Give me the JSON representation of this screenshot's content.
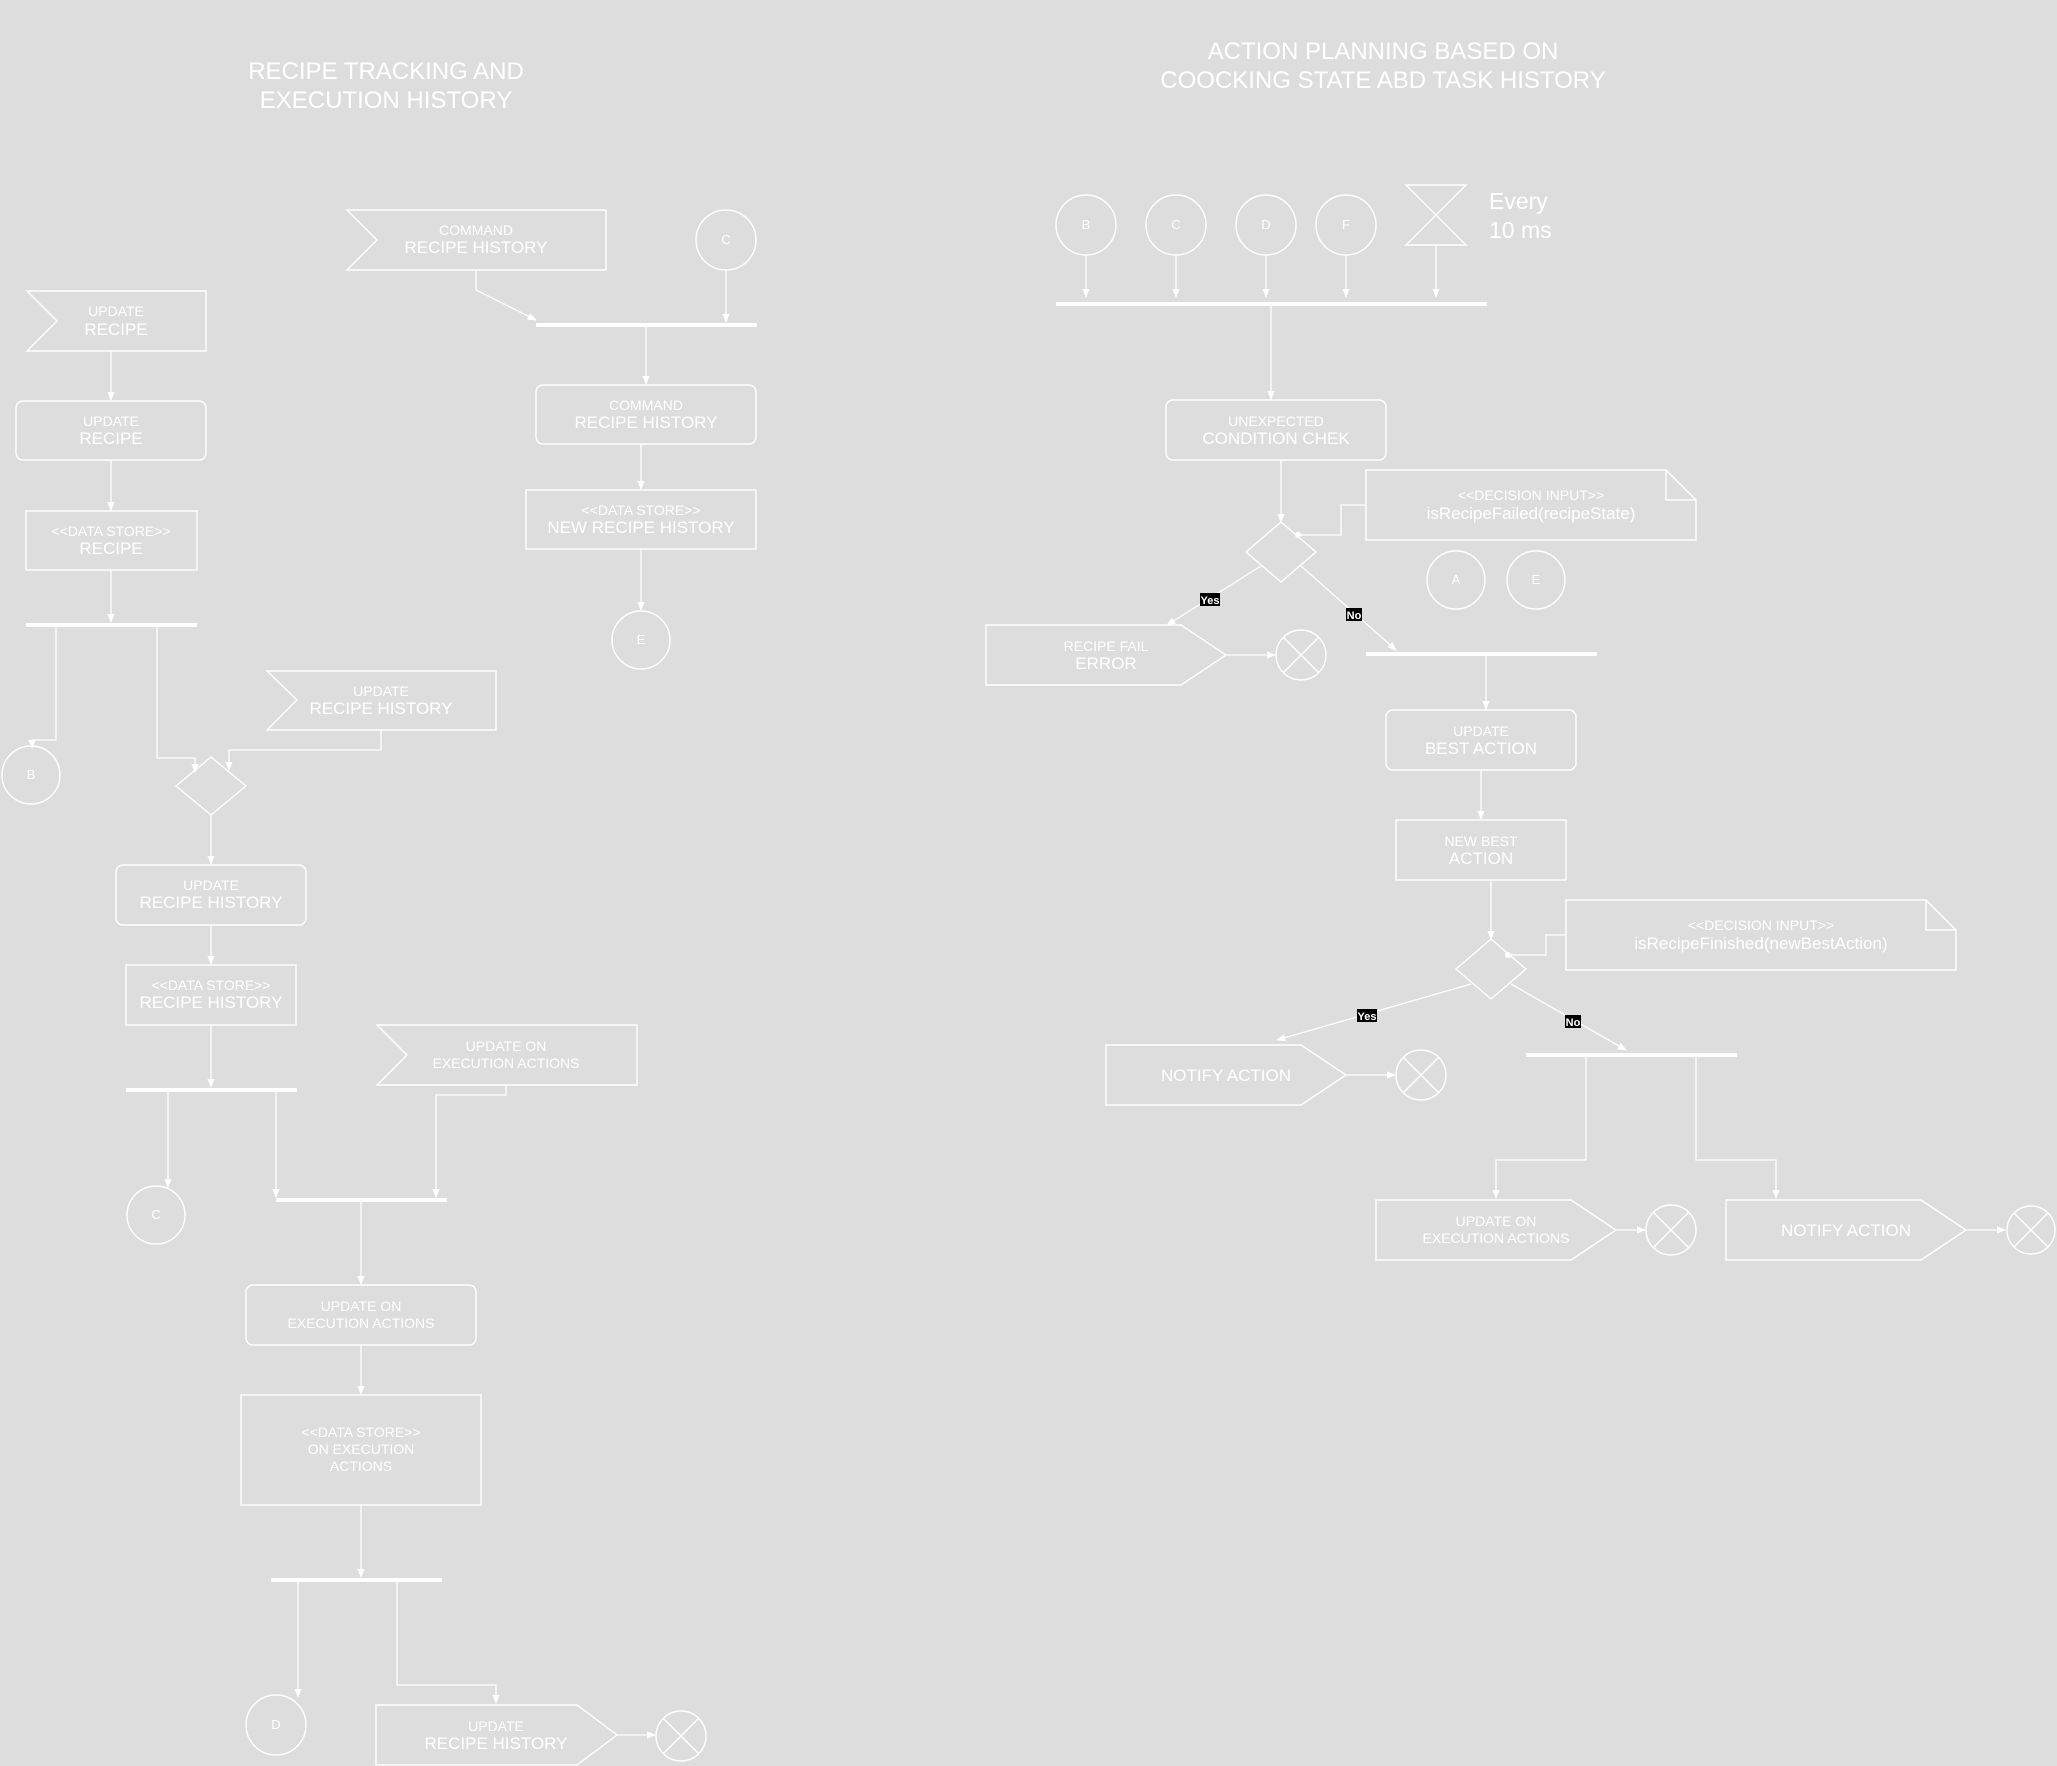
{
  "titles": {
    "left_l1": "RECIPE TRACKING AND",
    "left_l2": "EXECUTION HISTORY",
    "right_l1": "ACTION PLANNING BASED ON",
    "right_l2": "COOCKING STATE ABD TASK HISTORY"
  },
  "left": {
    "update_recipe_signal": {
      "l1": "UPDATE",
      "l2": "RECIPE"
    },
    "update_recipe_action": {
      "l1": "UPDATE",
      "l2": "RECIPE"
    },
    "recipe_store": {
      "l1": "<<DATA STORE>>",
      "l2": "RECIPE"
    },
    "command_signal": {
      "l1": "COMMAND",
      "l2": "RECIPE HISTORY"
    },
    "command_action": {
      "l1": "COMMAND",
      "l2": "RECIPE HISTORY"
    },
    "new_history_store": {
      "l1": "<<DATA STORE>>",
      "l2": "NEW RECIPE HISTORY"
    },
    "update_history_signal": {
      "l1": "UPDATE",
      "l2": "RECIPE HISTORY"
    },
    "update_history_action": {
      "l1": "UPDATE",
      "l2": "RECIPE HISTORY"
    },
    "history_store": {
      "l1": "<<DATA STORE>>",
      "l2": "RECIPE HISTORY"
    },
    "exec_signal": {
      "l1": "UPDATE ON",
      "l2": "EXECUTION ACTIONS"
    },
    "exec_action": {
      "l1": "UPDATE ON",
      "l2": "EXECUTION ACTIONS"
    },
    "exec_store": {
      "l1": "<<DATA STORE>>",
      "l2": "ON EXECUTION",
      "l3": "ACTIONS"
    },
    "send_history": {
      "l1": "UPDATE",
      "l2": "RECIPE HISTORY"
    },
    "connectors": {
      "c_top": "C",
      "e": "E",
      "b": "B",
      "c_mid": "C",
      "d": "D"
    }
  },
  "right": {
    "connectors": {
      "b": "B",
      "c": "C",
      "d": "D",
      "f": "F",
      "a": "A",
      "e": "E"
    },
    "timer": {
      "l1": "Every",
      "l2": "10 ms"
    },
    "check_action": {
      "l1": "UNEXPECTED",
      "l2": "CONDITION CHEK"
    },
    "decision1_note": {
      "l1": "<<DECISION INPUT>>",
      "l2": "isRecipeFailed(recipeState)"
    },
    "decision1_yes": "Yes",
    "decision1_no": "No",
    "fail_signal": {
      "l1": "RECIPE FAIL",
      "l2": "ERROR"
    },
    "best_action": {
      "l1": "UPDATE",
      "l2": "BEST ACTION"
    },
    "new_best": {
      "l1": "NEW BEST",
      "l2": "ACTION"
    },
    "decision2_note": {
      "l1": "<<DECISION INPUT>>",
      "l2": "isRecipeFinished(newBestAction)"
    },
    "decision2_yes": "Yes",
    "decision2_no": "No",
    "notify1": "NOTIFY ACTION",
    "exec_signal": {
      "l1": "UPDATE ON",
      "l2": "EXECUTION ACTIONS"
    },
    "notify2": "NOTIFY ACTION"
  }
}
